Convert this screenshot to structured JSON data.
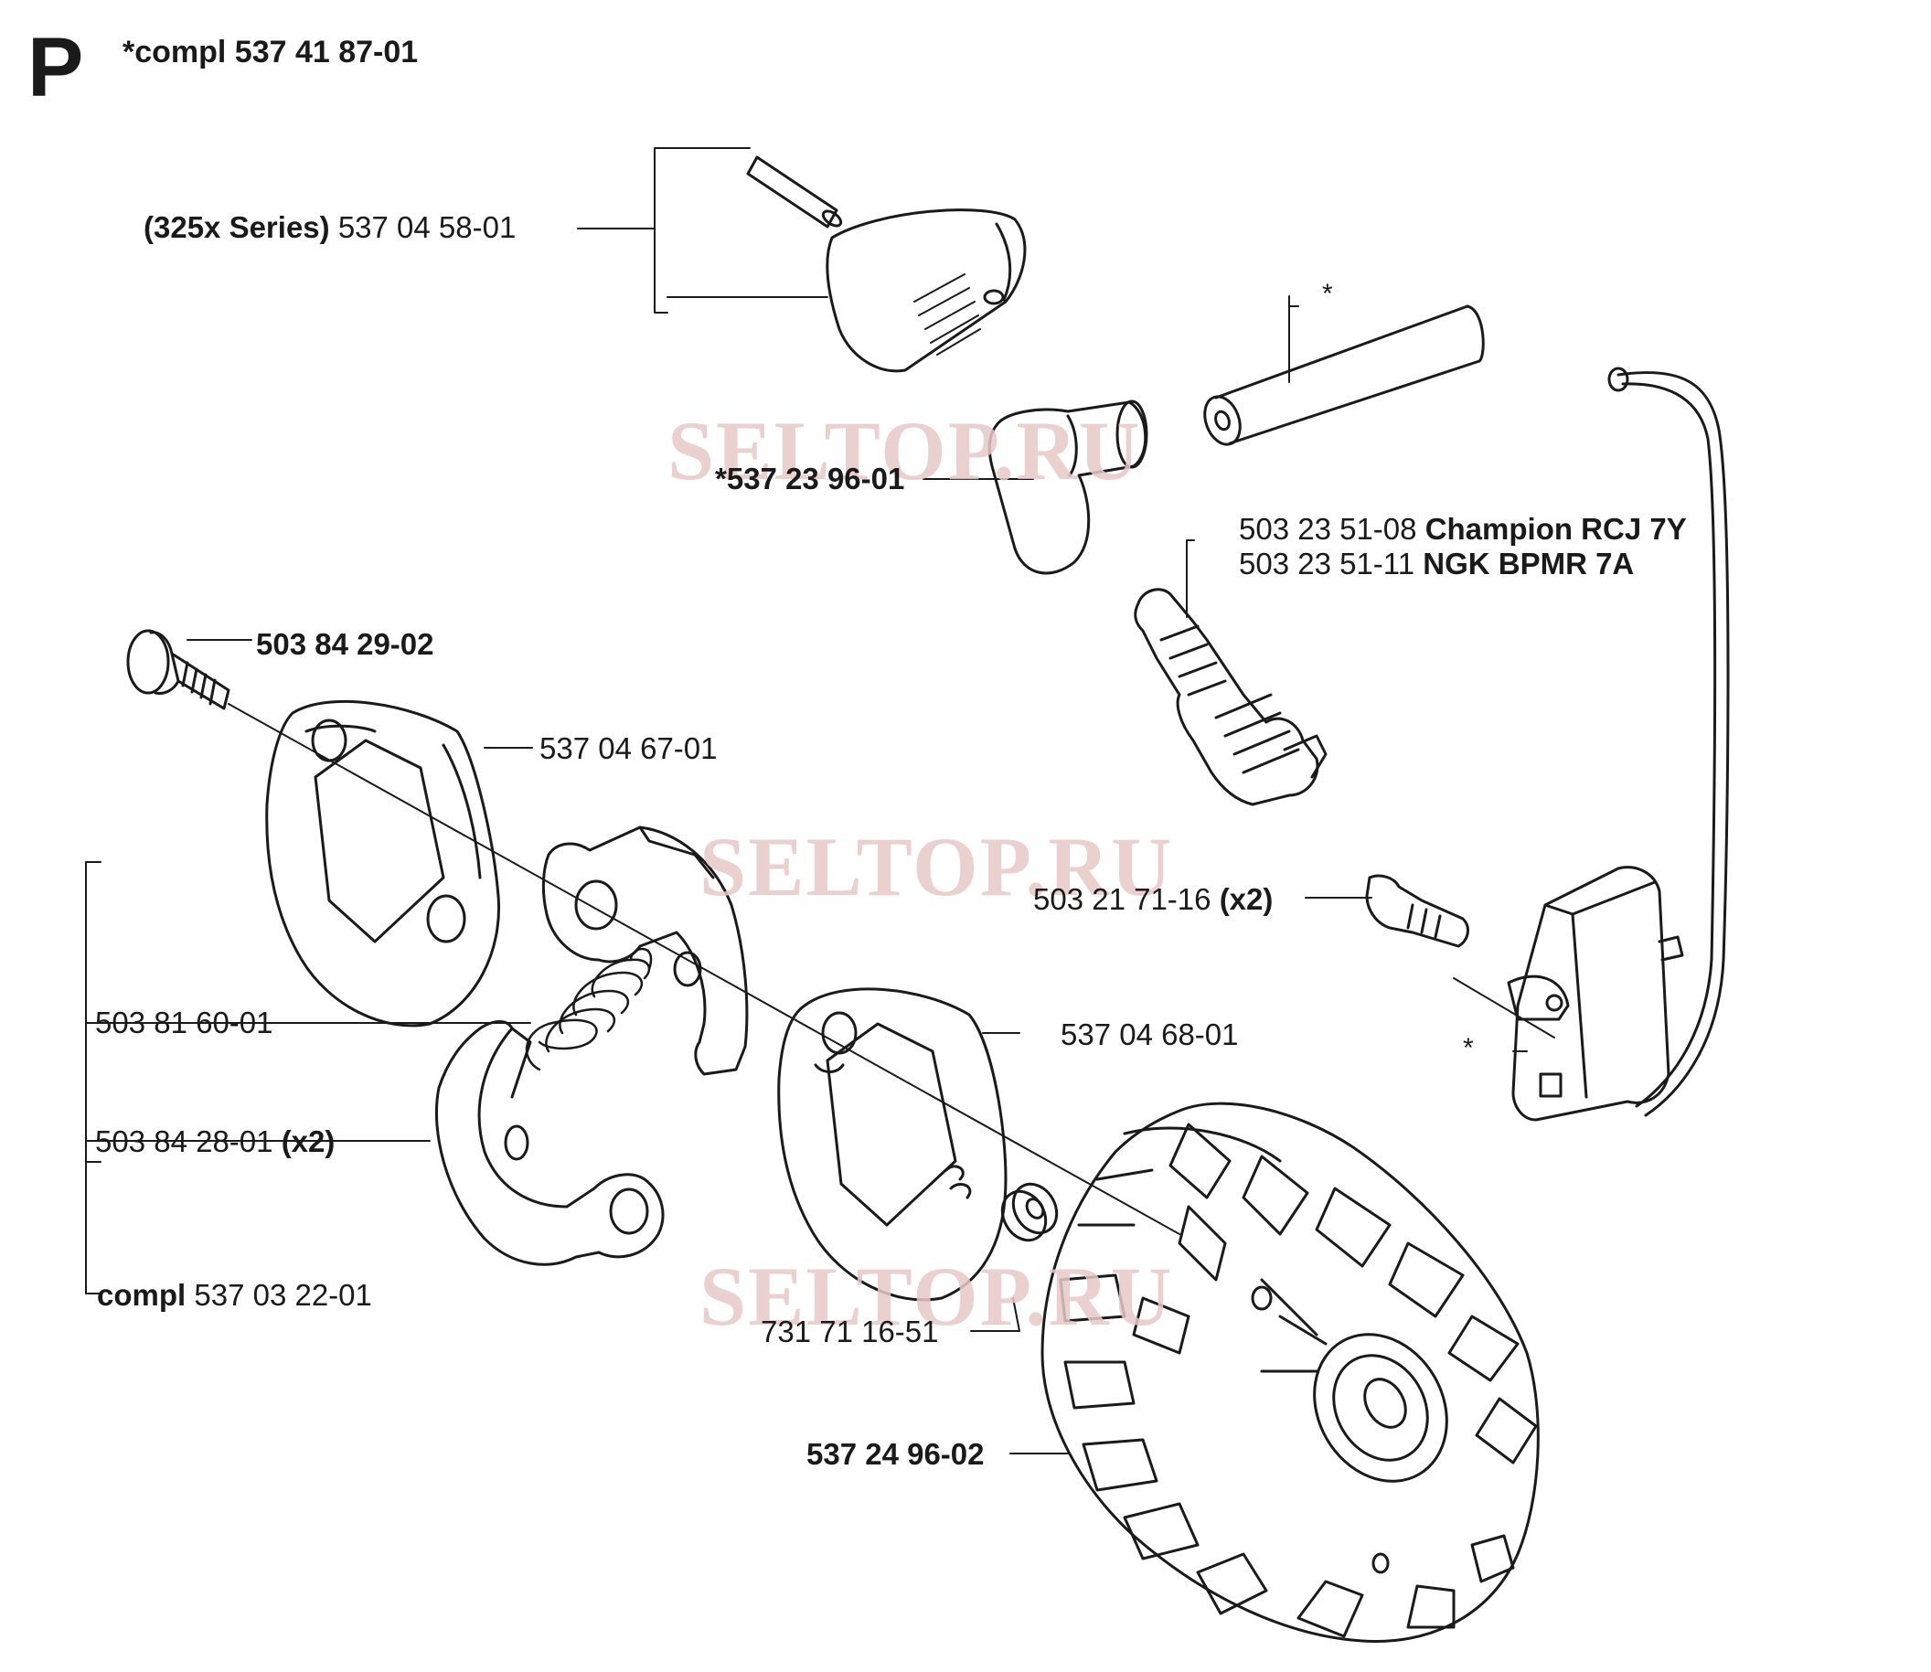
{
  "header": {
    "section": "P",
    "title": "*compl 537 41 87-01"
  },
  "watermark": "SELTOP.RU",
  "labels": {
    "cap_series": "(325x Series)",
    "cap_part": "537 04 58-01",
    "boot": "*537 23 96-01",
    "plug1_part": "503 23 51-08",
    "plug1_name": "Champion RCJ 7Y",
    "plug2_part": "503 23 51-11",
    "plug2_name": "NGK BPMR 7A",
    "screw": "503 84 29-02",
    "plate1": "537 04 67-01",
    "ign_screw_part": "503 21 71-16",
    "ign_screw_qty": "(x2)",
    "spring": "503 81 60-01",
    "plate2": "537 04 68-01",
    "shoe_part": "503 84 28-01",
    "shoe_qty": "(x2)",
    "compl_prefix": "compl",
    "compl_part": "537 03 22-01",
    "washer": "731 71 16-51",
    "flywheel": "537 24 96-02",
    "star": "*"
  },
  "colors": {
    "line": "#1a1a1a",
    "watermark": "#e8c8c8"
  }
}
